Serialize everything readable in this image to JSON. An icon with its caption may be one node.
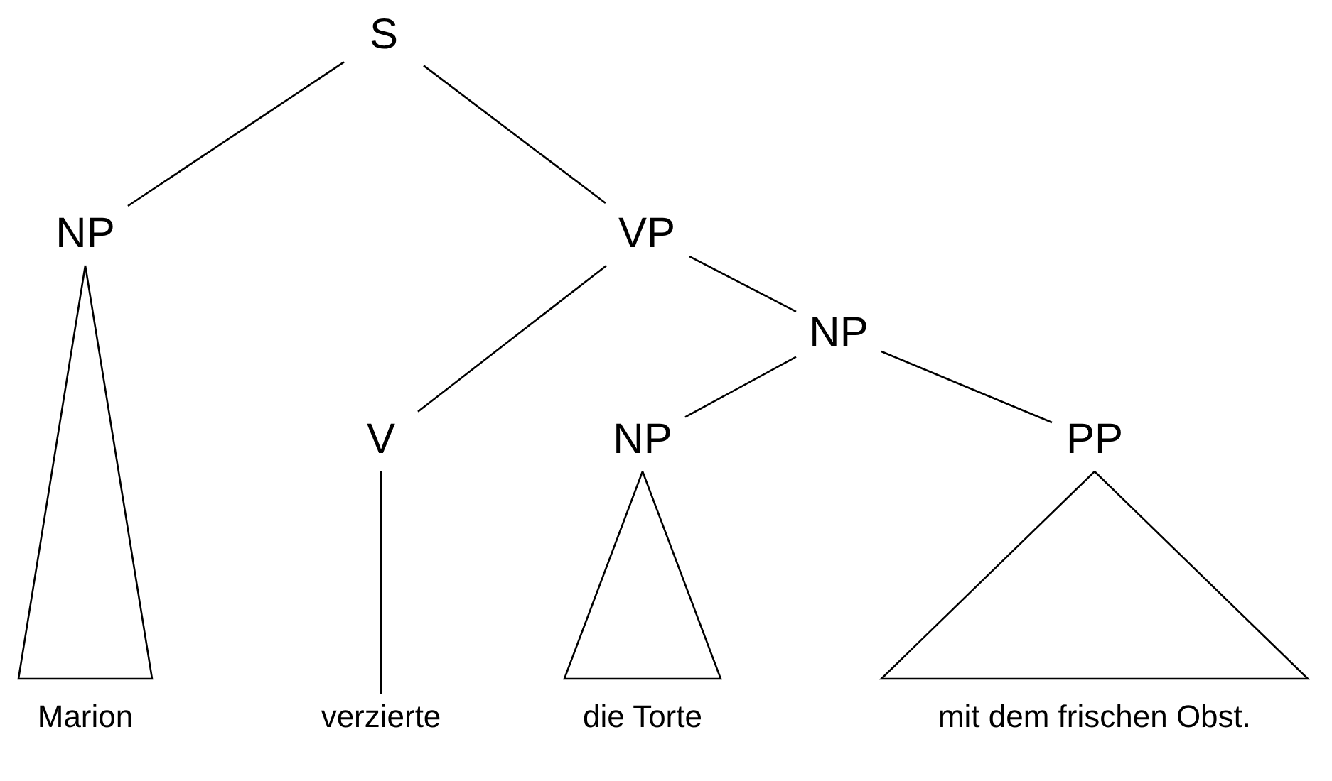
{
  "diagram": {
    "nodes": [
      {
        "text": [
          "S"
        ]
      },
      {
        "text": [
          "NP"
        ]
      },
      {
        "text": [
          "VP"
        ]
      },
      {
        "text": [
          "NP"
        ]
      },
      {
        "text": [
          "V"
        ]
      },
      {
        "text": [
          "NP"
        ]
      },
      {
        "text": [
          "PP"
        ]
      },
      {
        "text": [
          "Marion"
        ]
      },
      {
        "text": [
          "verzierte"
        ]
      },
      {
        "text": [
          "die Torte"
        ]
      },
      {
        "text": [
          "mit dem frischen Obst."
        ]
      }
    ],
    "edges": [
      {
        "from": 0,
        "to": 1,
        "arrow": "none"
      },
      {
        "from": 0,
        "to": 2,
        "arrow": "none"
      },
      {
        "from": 2,
        "to": 4,
        "arrow": "none"
      },
      {
        "from": 2,
        "to": 3,
        "arrow": "none"
      },
      {
        "from": 3,
        "to": 5,
        "arrow": "none"
      },
      {
        "from": 3,
        "to": 6,
        "arrow": "none"
      },
      {
        "from": 1,
        "to": 7,
        "arrow": "none"
      },
      {
        "from": 4,
        "to": 8,
        "arrow": "none"
      },
      {
        "from": 5,
        "to": 9,
        "arrow": "none"
      },
      {
        "from": 6,
        "to": 10,
        "arrow": "none"
      }
    ]
  }
}
